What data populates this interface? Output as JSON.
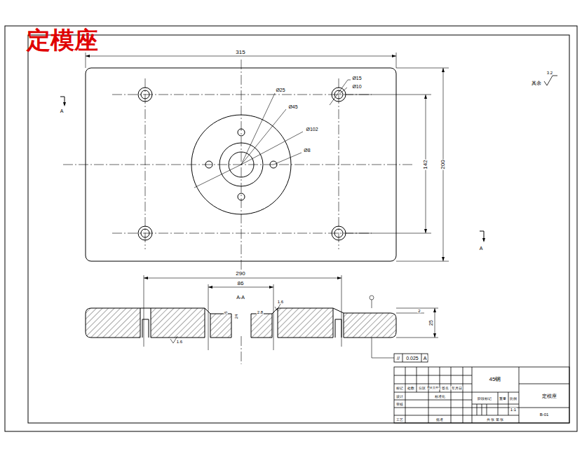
{
  "diagram": {
    "title": "定模座",
    "labels": [
      "315",
      "Ø15",
      "Ø10",
      "Ø25",
      "Ø45",
      "Ø102",
      "Ø8",
      "142",
      "200",
      "A",
      "A",
      "其余",
      "3.2",
      "290",
      "86",
      "A-A",
      "5",
      "24",
      "2.8",
      "1.6",
      "1.6",
      "2",
      "25",
      "//",
      "0.025",
      "A",
      "45钢",
      "标记",
      "处数",
      "分区",
      "更改文件号",
      "签名",
      "年月日",
      "设计",
      "标准化",
      "审核",
      "工艺",
      "批准",
      "阶段标记",
      "重量",
      "比例",
      "1:1",
      "共 张 第 张",
      "定模座",
      "B-01"
    ]
  }
}
